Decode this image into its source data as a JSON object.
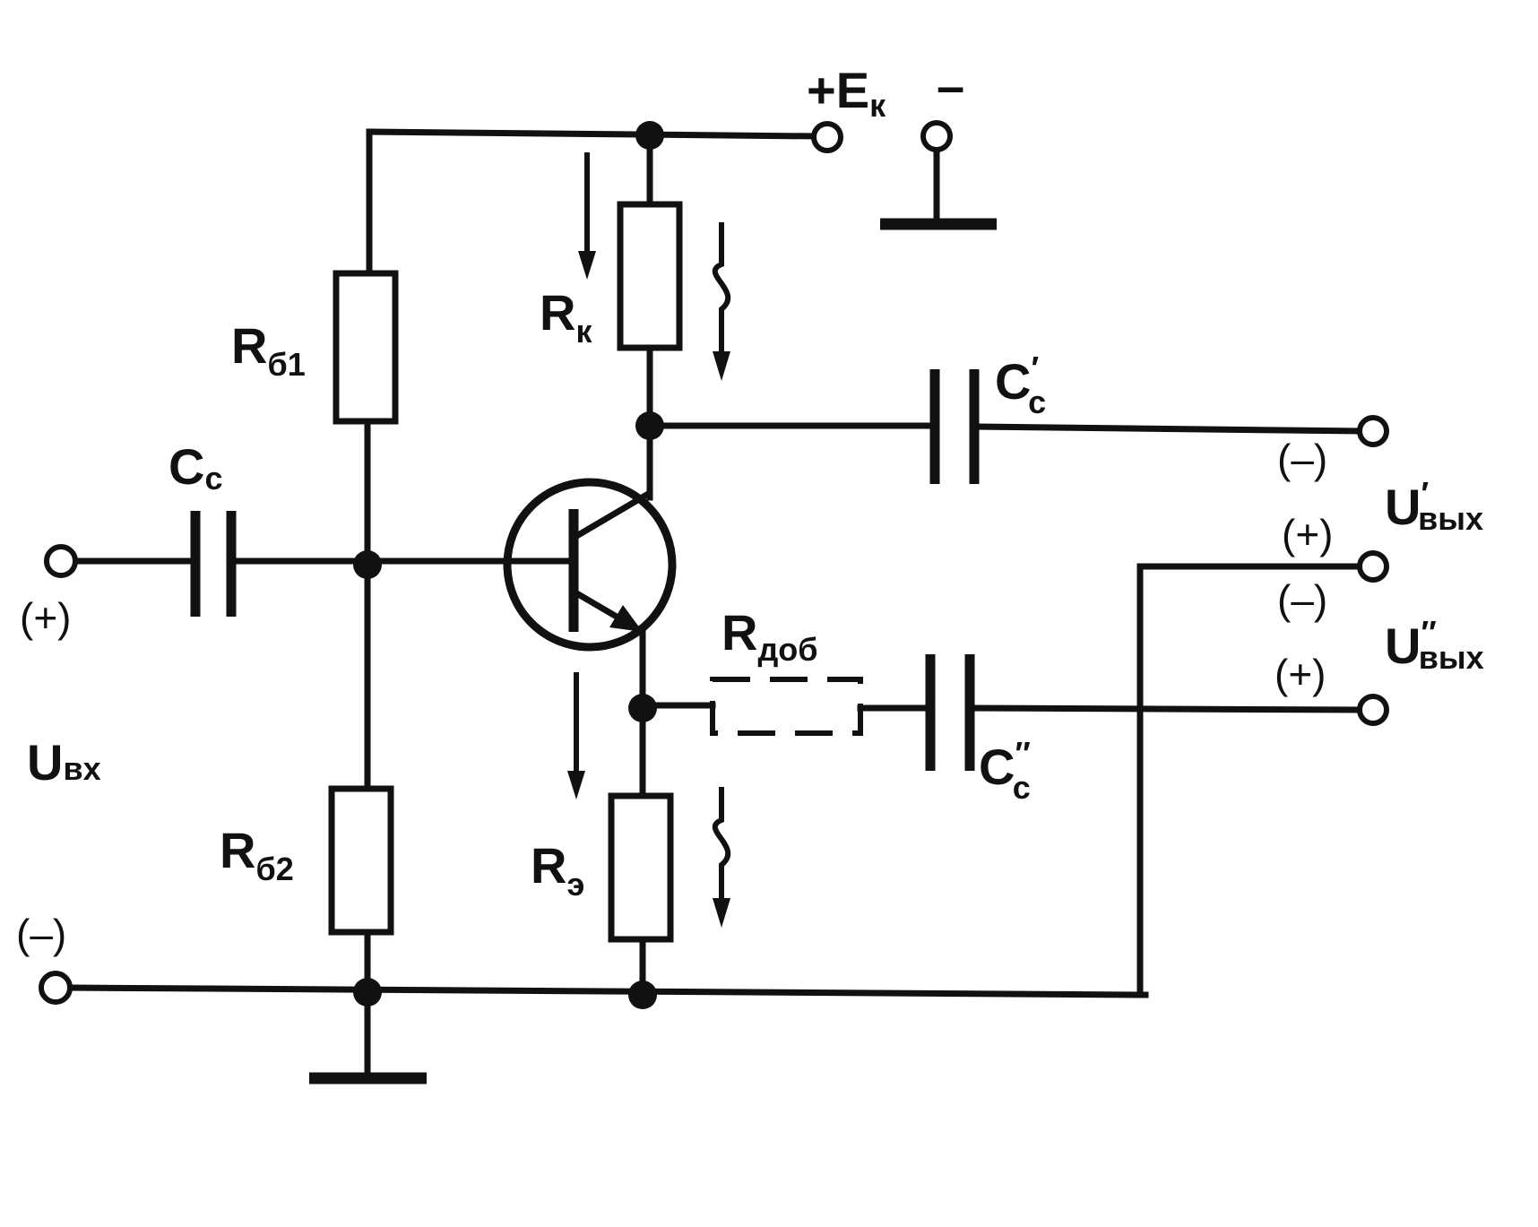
{
  "labels": {
    "supply": "+E",
    "supply_sub": "к",
    "supply_minus": "–",
    "rb1": "R",
    "rb1_sub": "б1",
    "rb2": "R",
    "rb2_sub": "б2",
    "rk": "R",
    "rk_sub": "к",
    "re": "R",
    "re_sub": "э",
    "rdob": "R",
    "rdob_sub": "доб",
    "cc_in": "C",
    "cc_in_sub": "с",
    "cc_out1": "C",
    "cc_out1_prime": "′",
    "cc_out1_sub": "с",
    "cc_out2": "C",
    "cc_out2_prime": "″",
    "cc_out2_sub": "с",
    "uin": "U",
    "uin_sub": "вх",
    "uout1": "U",
    "uout1_prime": "′",
    "uout1_sub": "вых",
    "uout2": "U",
    "uout2_prime": "″",
    "uout2_sub": "вых"
  },
  "polarity": {
    "in_top": "(+)",
    "in_bottom": "(–)",
    "out1_top": "(–)",
    "out1_bottom": "(+)",
    "out2_top": "(–)",
    "out2_bottom": "(+)"
  }
}
